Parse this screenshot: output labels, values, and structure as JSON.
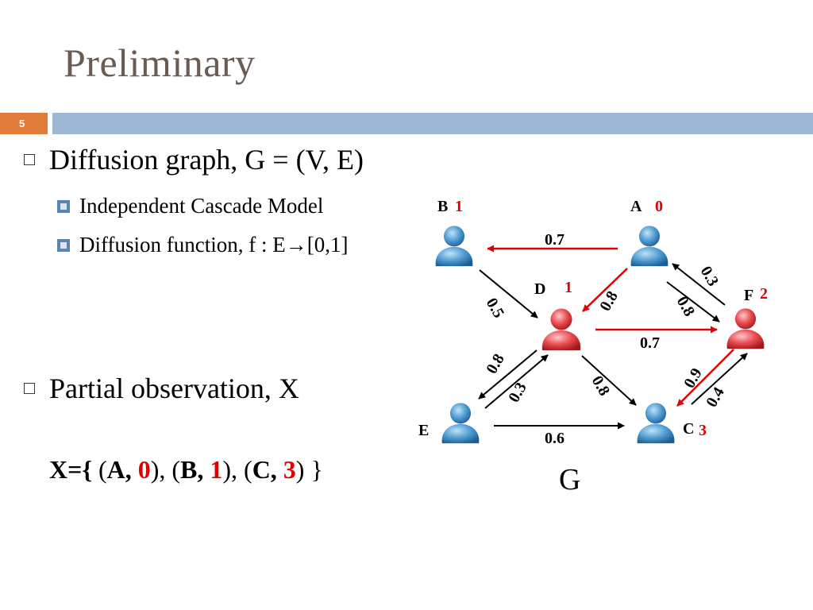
{
  "title": "Preliminary",
  "slide_number": "5",
  "bullets": [
    {
      "text": "Diffusion graph, G = (V, E)"
    },
    {
      "text": "Partial observation, X"
    }
  ],
  "sub_bullets": [
    {
      "text": "Independent Cascade Model"
    },
    {
      "text": "Diffusion function, f : E→[0,1]"
    }
  ],
  "observation": {
    "prefix": "X={",
    "pairs": [
      {
        "node": "A",
        "time": "0"
      },
      {
        "node": "B",
        "time": "1"
      },
      {
        "node": "C",
        "time": "3"
      }
    ],
    "suffix": "}"
  },
  "graph": {
    "label": "G",
    "nodes": [
      {
        "id": "A",
        "time": "0",
        "active": false
      },
      {
        "id": "B",
        "time": "1",
        "active": false
      },
      {
        "id": "C",
        "time": "3",
        "active": false
      },
      {
        "id": "D",
        "time": "1",
        "active": true
      },
      {
        "id": "E",
        "time": "",
        "active": false
      },
      {
        "id": "F",
        "time": "2",
        "active": true
      }
    ],
    "edges": [
      {
        "id": "A-B",
        "weight": "0.7",
        "active": true
      },
      {
        "id": "B-D",
        "weight": "0.5",
        "active": false
      },
      {
        "id": "A-D",
        "weight": "0.8",
        "active": true
      },
      {
        "id": "A-F",
        "weight": "0.8",
        "active": false
      },
      {
        "id": "F-A",
        "weight": "0.3",
        "active": false
      },
      {
        "id": "D-F",
        "weight": "0.7",
        "active": true
      },
      {
        "id": "D-E",
        "weight": "0.8",
        "active": false
      },
      {
        "id": "E-D",
        "weight": "0.3",
        "active": false
      },
      {
        "id": "D-C",
        "weight": "0.8",
        "active": false
      },
      {
        "id": "E-C",
        "weight": "0.6",
        "active": false
      },
      {
        "id": "F-C",
        "weight": "0.9",
        "active": true
      },
      {
        "id": "C-F",
        "weight": "0.4",
        "active": false
      }
    ]
  },
  "colors": {
    "title": "#6b5b52",
    "number_box": "#e07b39",
    "bar": "#9cb8d4",
    "node_inactive": "#4e9bd1",
    "node_active": "#e8474c",
    "edge_active": "#e00000",
    "emphasis": "#e00000"
  }
}
